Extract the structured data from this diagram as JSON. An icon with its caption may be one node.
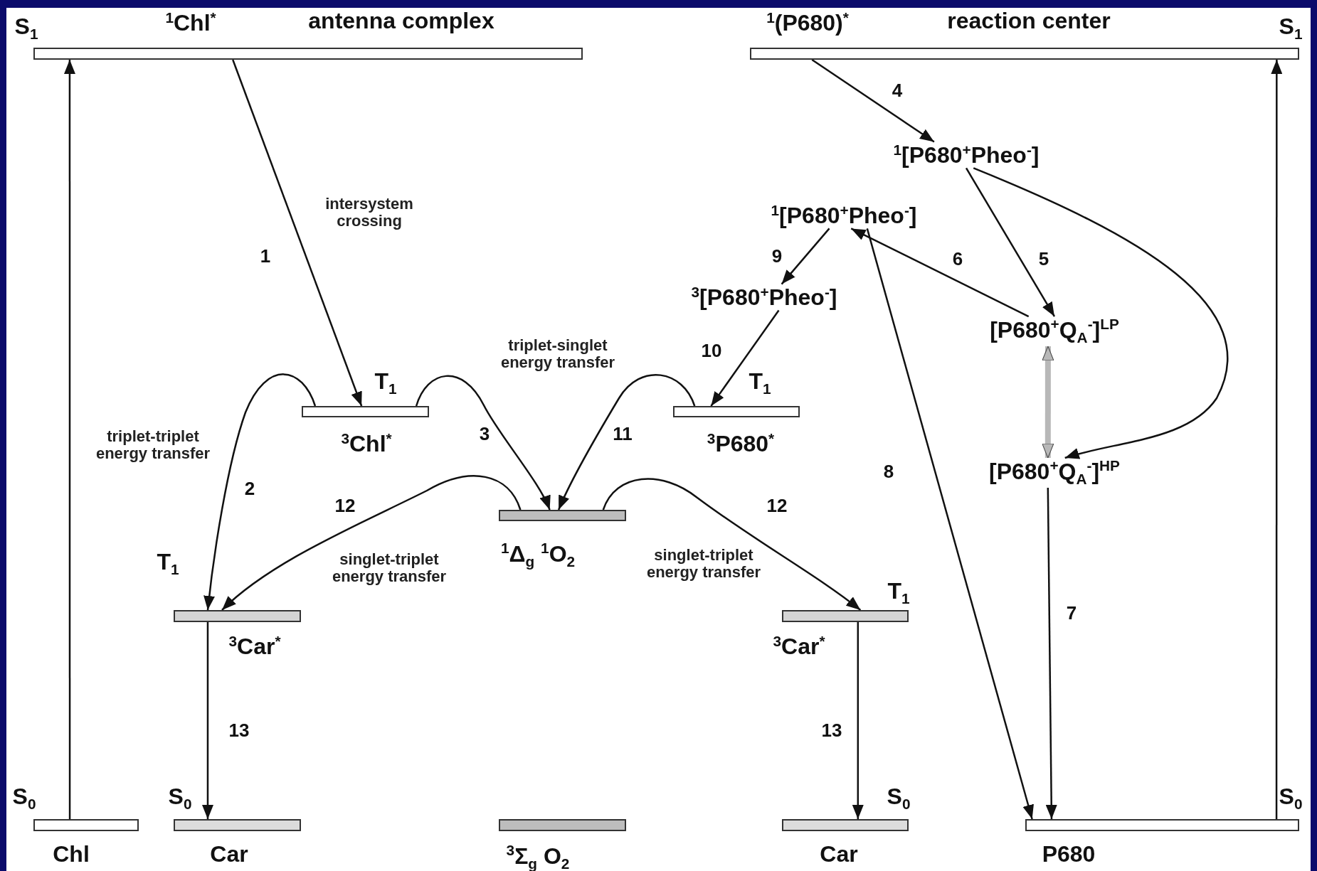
{
  "diagram": {
    "nodes": [
      {
        "text": [
          "$^{1}$Chl$^{*}$"
        ],
        "beside": [
          "S$_{1}$"
        ]
      },
      {
        "text": [
          "Chl"
        ],
        "beside": [
          "S$_{0}$"
        ]
      },
      {
        "text": [
          "$^{3}$Chl$^{*}$"
        ],
        "beside": [
          "T$_{1}$"
        ]
      },
      {
        "text": [
          "$^{3}$Car$^{*}$"
        ],
        "beside": [
          "T$_{1}$"
        ]
      },
      {
        "text": [
          "Car"
        ],
        "beside": [
          "S$_{0}$"
        ]
      },
      {
        "text": [
          "$^{1}$Δ$_{g}$ $^{1}$O$_{2}$"
        ]
      },
      {
        "text": [
          "$^{3}$Σ$_{g}$ O$_{2}$"
        ]
      },
      {
        "text": [
          "$^{1}$(P680)$^{*}$"
        ],
        "beside": [
          "S$_{1}$"
        ]
      },
      {
        "text": [
          "$^{1}$[P680$^{+}$Pheo$^{-}$]"
        ]
      },
      {
        "text": [
          "$^{1}$[P680$^{+}$Pheo$^{-}$]"
        ]
      },
      {
        "text": [
          "$^{3}$[P680$^{+}$Pheo$^{-}$]"
        ]
      },
      {
        "text": [
          "$^{3}$P680$^{*}$"
        ],
        "beside": [
          "T$_{1}$"
        ]
      },
      {
        "text": [
          "[P680$^{+}$Q$_{A}$$^{-}$]$^{LP}$"
        ]
      },
      {
        "text": [
          "[P680$^{+}$Q$_{A}$$^{-}$]$^{HP}$"
        ]
      },
      {
        "text": [
          "$^{3}$Car$^{*}$"
        ],
        "beside": [
          "T$_{1}$"
        ]
      },
      {
        "text": [
          "Car"
        ],
        "beside": [
          "S$_{0}$"
        ]
      },
      {
        "text": [
          "P680"
        ],
        "beside": [
          "S$_{0}$"
        ]
      }
    ],
    "edges": [
      {
        "from": 1,
        "to": 0,
        "arrow": "to"
      },
      {
        "from": 0,
        "to": 2,
        "arrow": "to",
        "label": "1"
      },
      {
        "from": 2,
        "to": 3,
        "arrow": "to",
        "label": "2"
      },
      {
        "from": 2,
        "to": 5,
        "arrow": "to",
        "label": "3"
      },
      {
        "from": 7,
        "to": 8,
        "arrow": "to",
        "label": "4"
      },
      {
        "from": 8,
        "to": 12,
        "arrow": "to",
        "label": "5"
      },
      {
        "from": 12,
        "to": 9,
        "arrow": "to",
        "label": "6"
      },
      {
        "from": 13,
        "to": 16,
        "arrow": "to",
        "label": "7"
      },
      {
        "from": 9,
        "to": 16,
        "arrow": "to",
        "label": "8"
      },
      {
        "from": 9,
        "to": 10,
        "arrow": "to",
        "label": "9"
      },
      {
        "from": 10,
        "to": 11,
        "arrow": "to",
        "label": "10"
      },
      {
        "from": 11,
        "to": 5,
        "arrow": "to",
        "label": "11"
      },
      {
        "from": 5,
        "to": 3,
        "arrow": "to",
        "label": "12"
      },
      {
        "from": 5,
        "to": 14,
        "arrow": "to",
        "label": "12"
      },
      {
        "from": 3,
        "to": 4,
        "arrow": "to",
        "label": "13"
      },
      {
        "from": 14,
        "to": 15,
        "arrow": "to",
        "label": "13"
      },
      {
        "from": 16,
        "to": 7,
        "arrow": "to"
      },
      {
        "from": 8,
        "to": 13,
        "arrow": "to"
      },
      {
        "from": 12,
        "to": 13,
        "arrow": "both",
        "style": "thick",
        "color": "#b8b8b8"
      }
    ],
    "labels": [
      "antenna complex",
      "reaction center",
      "intersystem crossing",
      "triplet-triplet energy transfer",
      "triplet-singlet energy transfer",
      "singlet-triplet energy transfer",
      "singlet-triplet energy transfer"
    ]
  }
}
